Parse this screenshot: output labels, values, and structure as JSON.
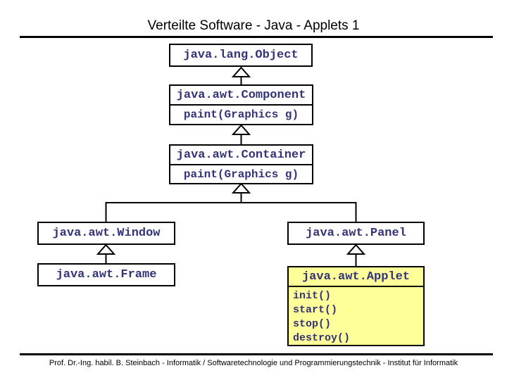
{
  "slide": {
    "title": "Verteilte Software - Java - Applets 1",
    "footer": "Prof. Dr.-Ing. habil. B. Steinbach - Informatik / Softwaretechnologie und Programmierungstechnik - Institut für Informatik"
  },
  "colors": {
    "background": "#FFFFFF",
    "box_border": "#000000",
    "class_text": "#333377",
    "applet_highlight": "#FFFF99",
    "rule": "#000000"
  },
  "diagram": {
    "type": "uml-class-inheritance",
    "classes": {
      "object": {
        "name": "java.lang.Object"
      },
      "component": {
        "name": "java.awt.Component",
        "method": "paint(Graphics g)"
      },
      "container": {
        "name": "java.awt.Container",
        "method": "paint(Graphics g)"
      },
      "window": {
        "name": "java.awt.Window"
      },
      "frame": {
        "name": "java.awt.Frame"
      },
      "panel": {
        "name": "java.awt.Panel"
      },
      "applet": {
        "name": "java.awt.Applet",
        "methods": [
          "init()",
          "start()",
          "stop()",
          "destroy()"
        ],
        "highlighted": true
      }
    },
    "relations": [
      {
        "child": "java.awt.Component",
        "parent": "java.lang.Object"
      },
      {
        "child": "java.awt.Container",
        "parent": "java.awt.Component"
      },
      {
        "child": "java.awt.Window",
        "parent": "java.awt.Container"
      },
      {
        "child": "java.awt.Panel",
        "parent": "java.awt.Container"
      },
      {
        "child": "java.awt.Frame",
        "parent": "java.awt.Window"
      },
      {
        "child": "java.awt.Applet",
        "parent": "java.awt.Panel"
      }
    ]
  }
}
